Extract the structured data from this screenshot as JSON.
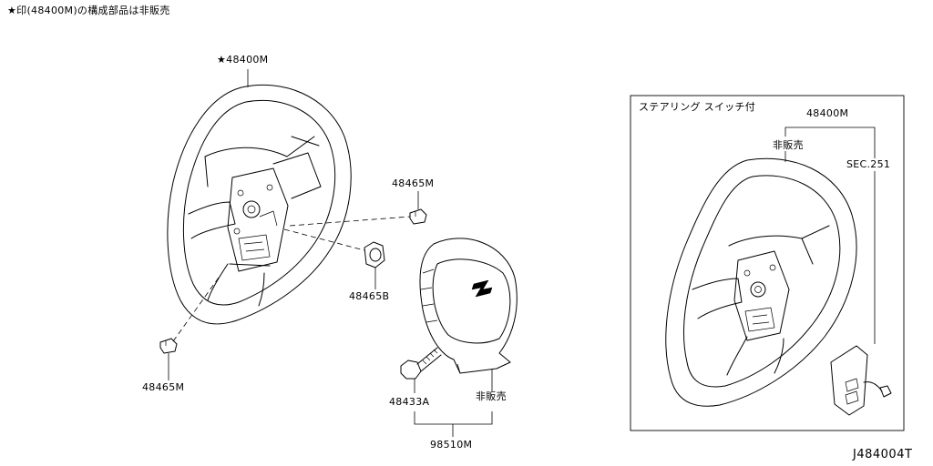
{
  "note": "★印(48400M)の構成部品は非販売",
  "main": {
    "wheel_part_no": "48400M",
    "cap_part_no_upper": "48465M",
    "nut_part_no": "48465B",
    "cap_part_no_lower": "48465M",
    "bolt_part_no": "48433A",
    "airbag_status": "非販売",
    "airbag_assy_part_no": "98510M"
  },
  "inset": {
    "title": "ステアリング スイッチ付",
    "wheel_part_no": "48400M",
    "status": "非販売",
    "section_ref": "SEC.251"
  },
  "diagram_ref": "J484004T"
}
